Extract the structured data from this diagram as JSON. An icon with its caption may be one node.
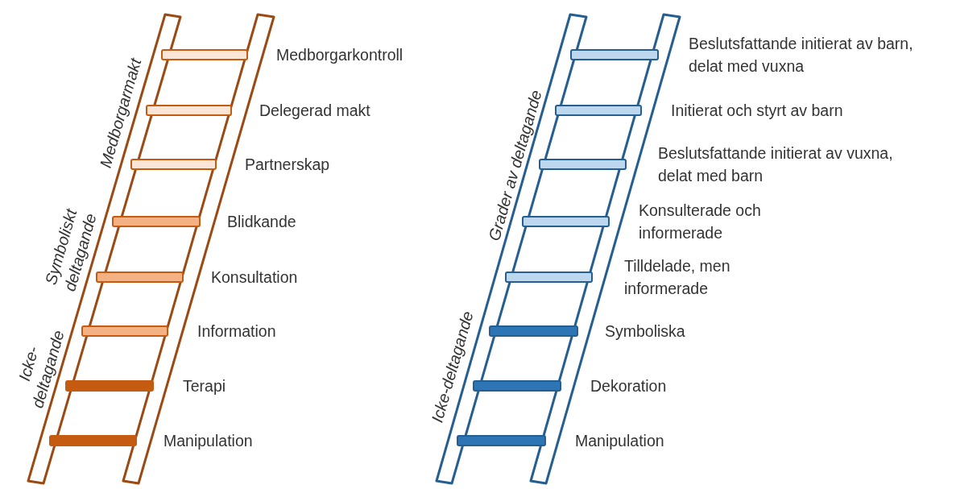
{
  "diagram": {
    "nodes": [
      {
        "text": [],
        "shape": "bar",
        "beside": [
          "Medborgarkontroll"
        ]
      },
      {
        "text": [],
        "shape": "bar",
        "beside": [
          "Delegerad makt"
        ]
      },
      {
        "text": [],
        "shape": "bar",
        "beside": [
          "Partnerskap"
        ]
      },
      {
        "text": [],
        "shape": "bar",
        "beside": [
          "Blidkande"
        ]
      },
      {
        "text": [],
        "shape": "bar",
        "beside": [
          "Konsultation"
        ]
      },
      {
        "text": [],
        "shape": "bar",
        "beside": [
          "Information"
        ]
      },
      {
        "text": [],
        "shape": "bar",
        "beside": [
          "Terapi"
        ]
      },
      {
        "text": [],
        "shape": "bar",
        "beside": [
          "Manipulation"
        ]
      },
      {
        "text": [],
        "shape": "bar",
        "beside": [
          "Beslutsfattande initierat av barn, delat med vuxna"
        ]
      },
      {
        "text": [],
        "shape": "bar",
        "beside": [
          "Initierat och styrt av barn"
        ]
      },
      {
        "text": [],
        "shape": "bar",
        "beside": [
          "Beslutsfattande initierat av vuxna, delat med barn"
        ]
      },
      {
        "text": [],
        "shape": "bar",
        "beside": [
          "Konsulterade och informerade"
        ]
      },
      {
        "text": [],
        "shape": "bar",
        "beside": [
          "Tilldelade, men informerade"
        ]
      },
      {
        "text": [],
        "shape": "bar",
        "beside": [
          "Symboliska"
        ]
      },
      {
        "text": [],
        "shape": "bar",
        "beside": [
          "Dekoration"
        ]
      },
      {
        "text": [],
        "shape": "bar",
        "beside": [
          "Manipulation"
        ]
      }
    ],
    "labels": [
      "Medborgarmakt",
      "Symboliskt deltagande",
      "Icke-deltagande",
      "Grader av deltagande",
      "Icke-deltagande"
    ]
  }
}
